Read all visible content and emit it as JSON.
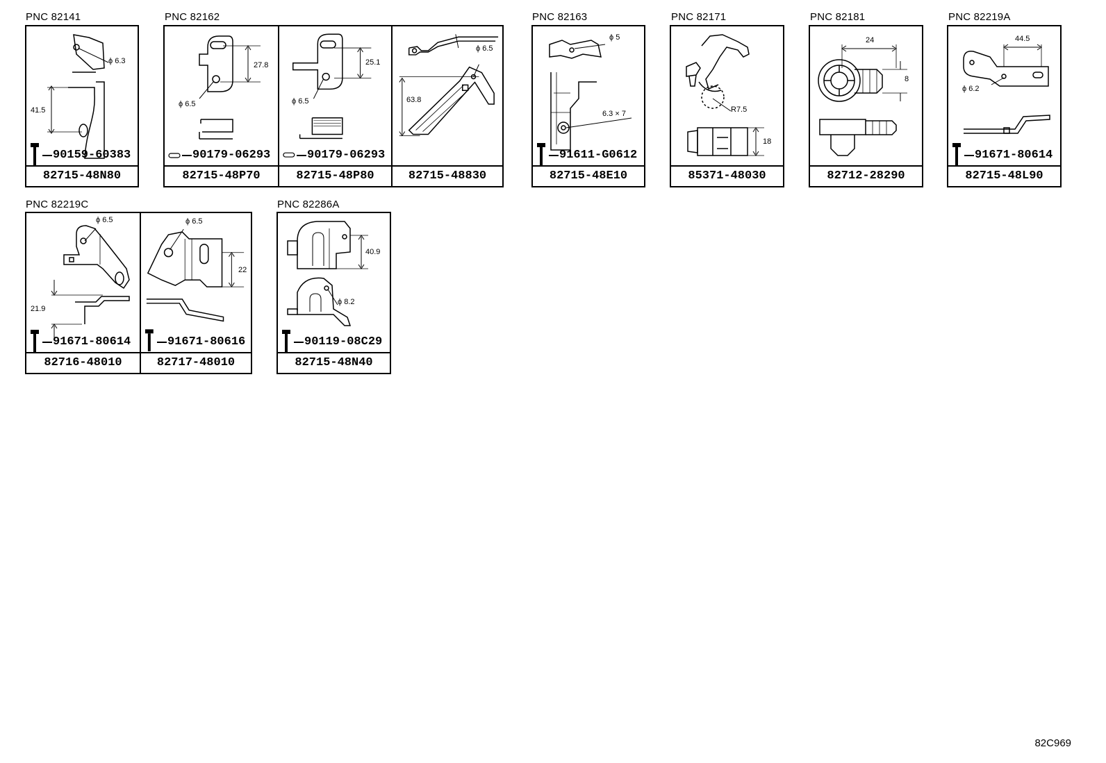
{
  "groups": [
    {
      "pnc": "PNC 82141",
      "cells": [
        {
          "fastener": "90159-60383",
          "part": "82715-48N80",
          "dims": [
            "ϕ 6.3",
            "41.5"
          ]
        }
      ]
    },
    {
      "pnc": "PNC 82162",
      "cells": [
        {
          "fastener": "90179-06293",
          "part": "82715-48P70",
          "dims": [
            "27.8",
            "ϕ 6.5"
          ]
        },
        {
          "fastener": "90179-06293",
          "part": "82715-48P80",
          "dims": [
            "25.1",
            "ϕ 6.5"
          ]
        },
        {
          "fastener": "",
          "part": "82715-48830",
          "dims": [
            "ϕ 6.5",
            "63.8"
          ]
        }
      ]
    },
    {
      "pnc": "PNC 82163",
      "cells": [
        {
          "fastener": "91611-G0612",
          "part": "82715-48E10",
          "dims": [
            "ϕ 5",
            "6.3 × 7"
          ]
        }
      ]
    },
    {
      "pnc": "PNC 82171",
      "cells": [
        {
          "fastener": "",
          "part": "85371-48030",
          "dims": [
            "R7.5",
            "18"
          ]
        }
      ]
    },
    {
      "pnc": "PNC 82181",
      "cells": [
        {
          "fastener": "",
          "part": "82712-28290",
          "dims": [
            "24",
            "8"
          ]
        }
      ]
    },
    {
      "pnc": "PNC 82219A",
      "cells": [
        {
          "fastener": "91671-80614",
          "part": "82715-48L90",
          "dims": [
            "44.5",
            "ϕ 6.2"
          ]
        }
      ]
    },
    {
      "pnc": "PNC 82219C",
      "cells": [
        {
          "fastener": "91671-80614",
          "part": "82716-48010",
          "dims": [
            "ϕ 6.5",
            "21.9"
          ]
        },
        {
          "fastener": "91671-80616",
          "part": "82717-48010",
          "dims": [
            "ϕ 6.5",
            "22"
          ]
        }
      ]
    },
    {
      "pnc": "PNC 82286A",
      "cells": [
        {
          "fastener": "90119-08C29",
          "part": "82715-48N40",
          "dims": [
            "40.9",
            "ϕ 8.2"
          ]
        }
      ]
    }
  ],
  "footer": "82C969",
  "colors": {
    "ink": "#000000",
    "paper": "#ffffff"
  }
}
